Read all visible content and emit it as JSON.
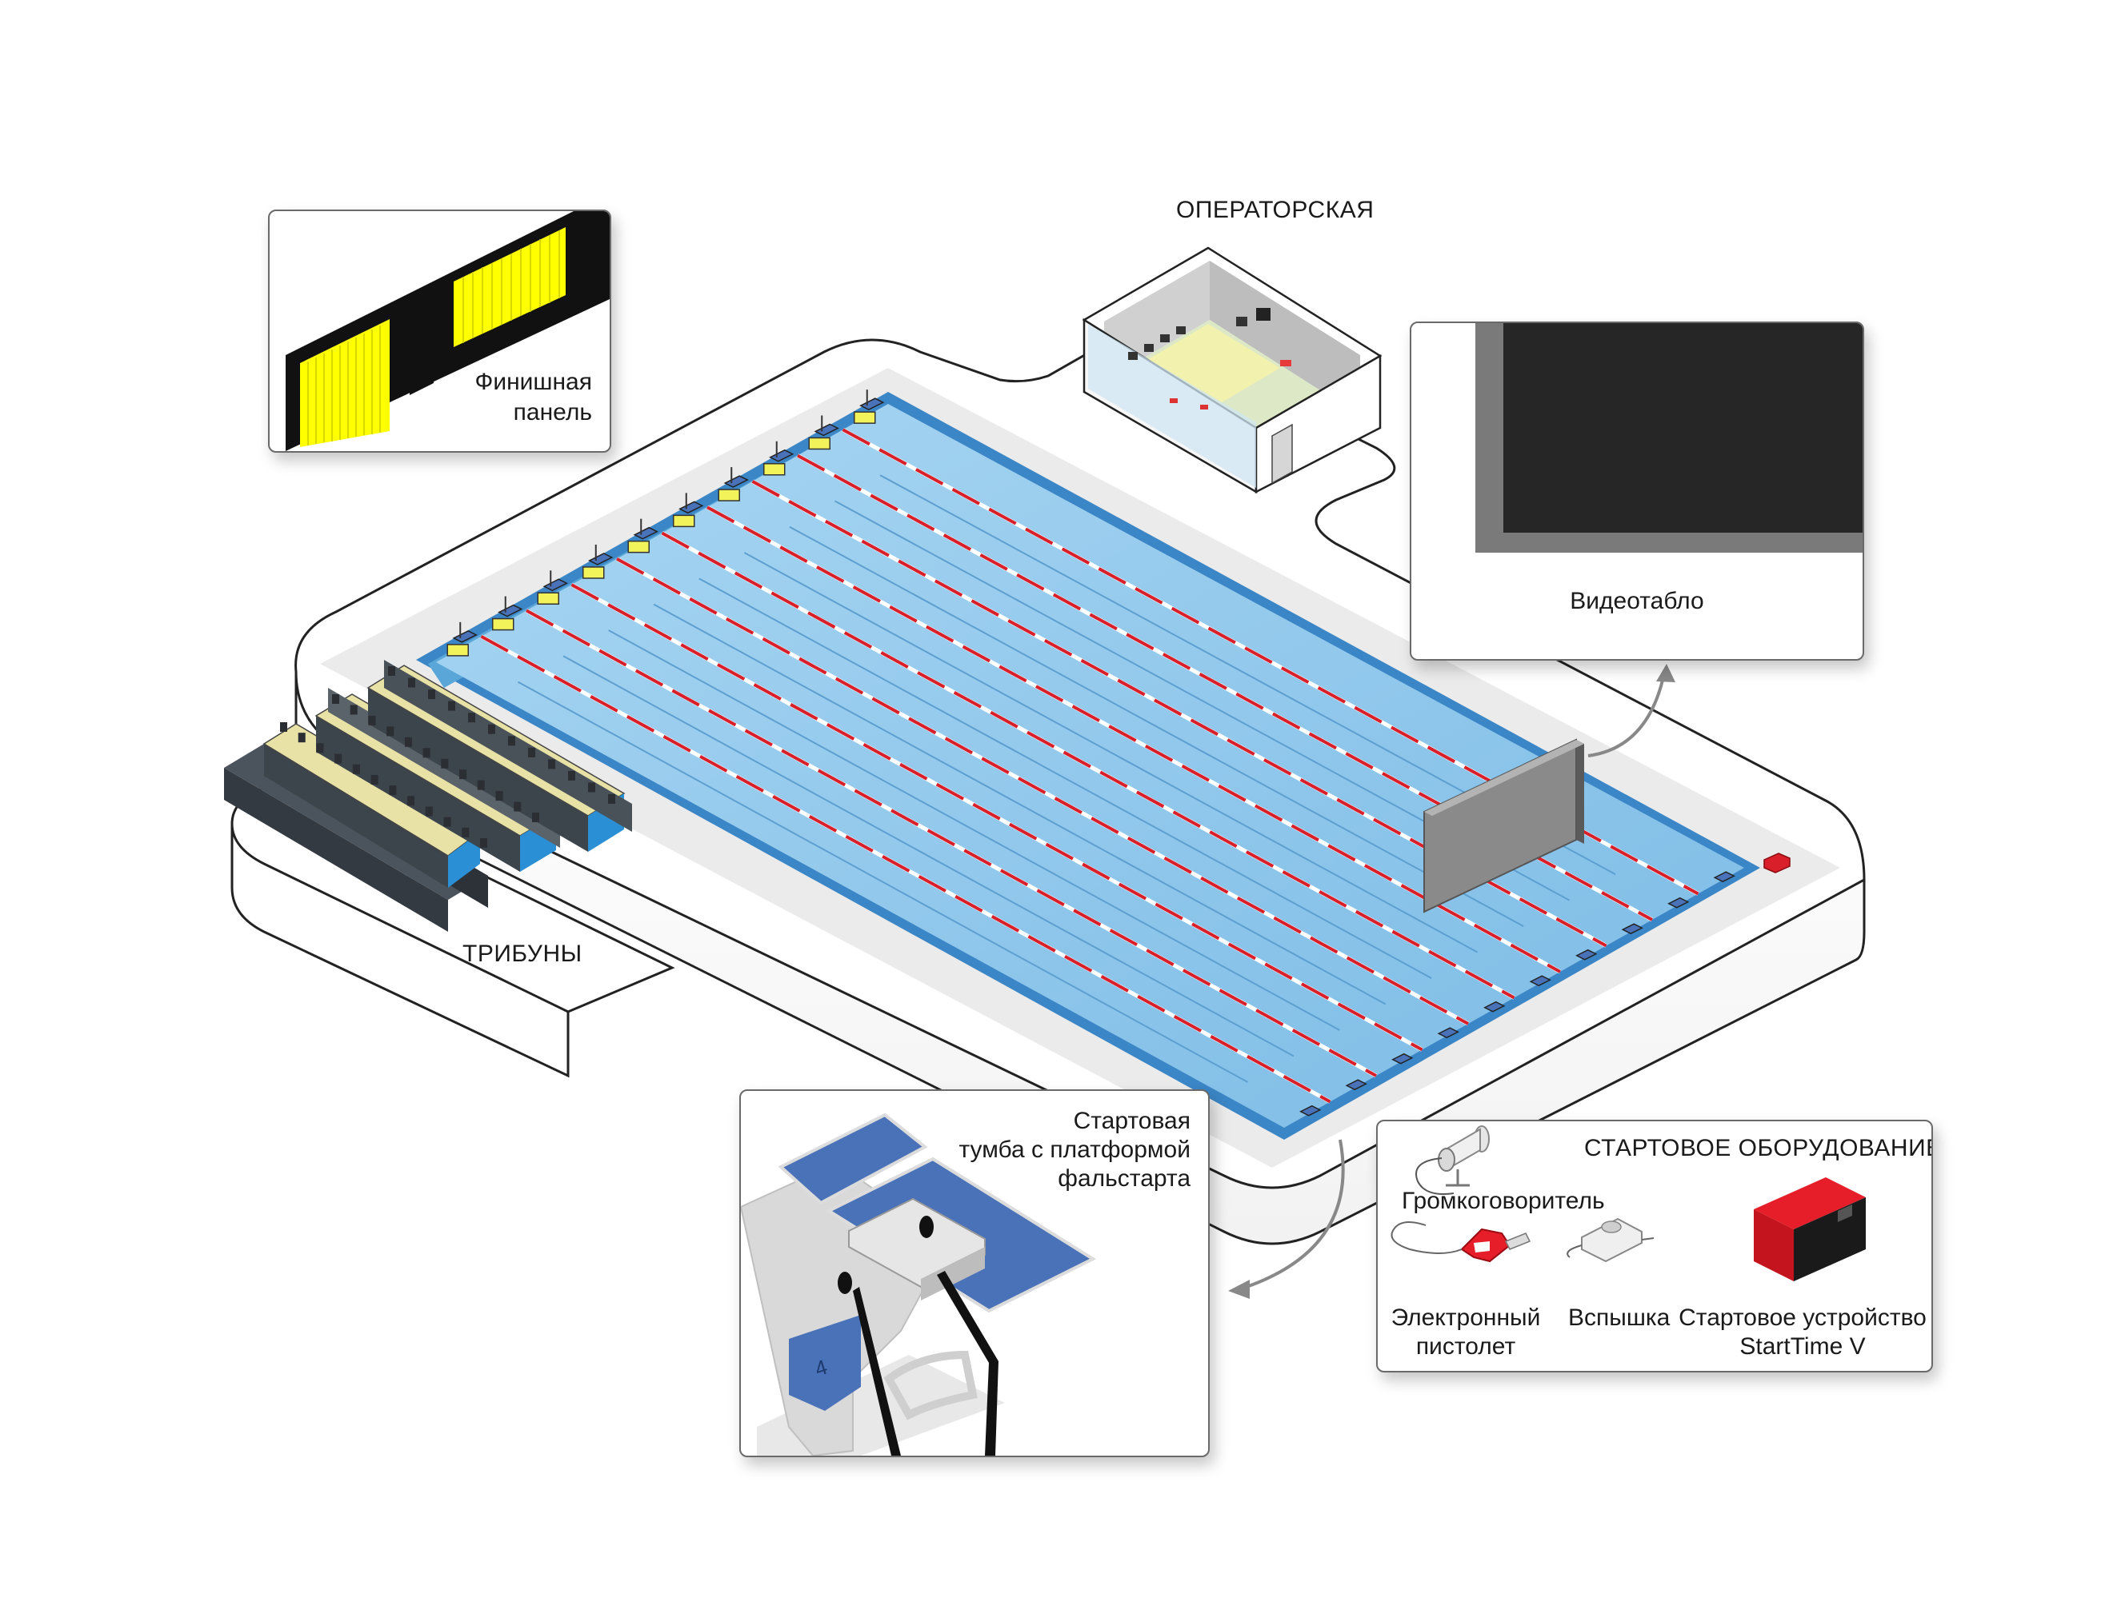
{
  "labels": {
    "operator_room": "ОПЕРАТОРСКАЯ",
    "stands": "ТРИБУНЫ",
    "finish_panel": [
      "Финишная",
      "панель"
    ],
    "video_board": "Видеотабло",
    "starting_block": [
      "Стартовая",
      "тумба с платформой",
      "фальстарта"
    ],
    "starting_block_number": "4",
    "starting_equipment": {
      "title": "СТАРТОВОЕ ОБОРУДОВАНИЕ",
      "loudspeaker": "Громкоговоритель",
      "electronic_pistol": [
        "Электронный",
        "пистолет"
      ],
      "flash": "Вспышка",
      "start_device": [
        "Стартовое устройство",
        "StartTime V"
      ]
    }
  },
  "colors": {
    "water": "#8ec6ea",
    "pool_border": "#2f7fc0",
    "lane_rope_red": "#d8202a",
    "finish_panel_yellow": "#ffff00",
    "video_board_screen": "#262626",
    "starting_block_blue": "#4a72b8",
    "start_device_red": "#d9202a"
  }
}
